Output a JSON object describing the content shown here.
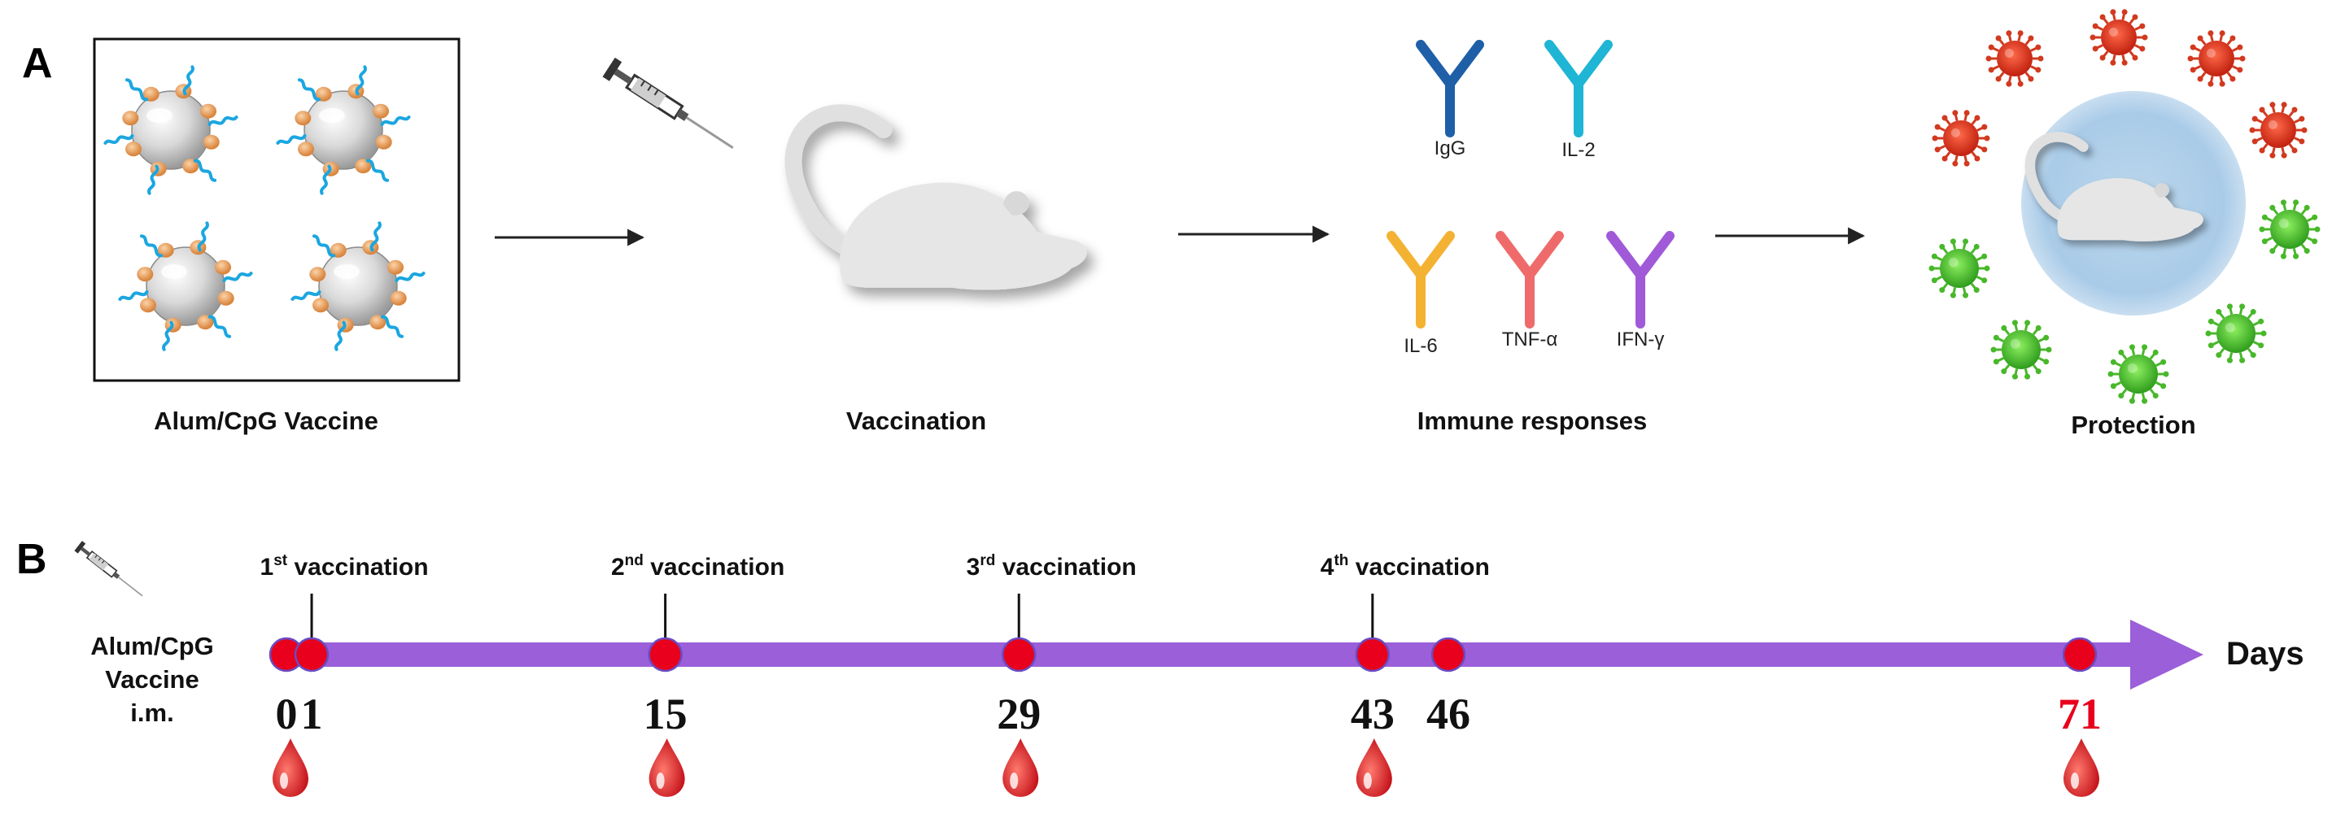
{
  "panels": {
    "a": {
      "letter": "A",
      "vaccine_label": "Alum/CpG Vaccine",
      "vaccination_label": "Vaccination",
      "immune_label": "Immune responses",
      "protection_label": "Protection",
      "antibodies": [
        {
          "label": "IgG",
          "color": "#1f5fa8"
        },
        {
          "label": "IL-2",
          "color": "#1fb5d4"
        },
        {
          "label": "IL-6",
          "color": "#f4b233"
        },
        {
          "label": "TNF-α",
          "color": "#ef6b6b"
        },
        {
          "label": "IFN-γ",
          "color": "#a05ad8"
        }
      ]
    },
    "b": {
      "letter": "B",
      "route_line1": "Alum/CpG",
      "route_line2": "Vaccine",
      "route_line3": "i.m.",
      "axis_label": "Days",
      "vaccinations": [
        {
          "ordinal": "1",
          "suffix": "st",
          "rest": " vaccination"
        },
        {
          "ordinal": "2",
          "suffix": "nd",
          "rest": " vaccination"
        },
        {
          "ordinal": "3",
          "suffix": "rd",
          "rest": " vaccination"
        },
        {
          "ordinal": "4",
          "suffix": "th",
          "rest": " vaccination"
        }
      ],
      "days": [
        "0",
        "1",
        "15",
        "29",
        "43",
        "46",
        "71"
      ],
      "colors": {
        "timeline": "#9b5fd9",
        "dot": "#e8001c",
        "last_day": "#e8001c"
      }
    }
  }
}
